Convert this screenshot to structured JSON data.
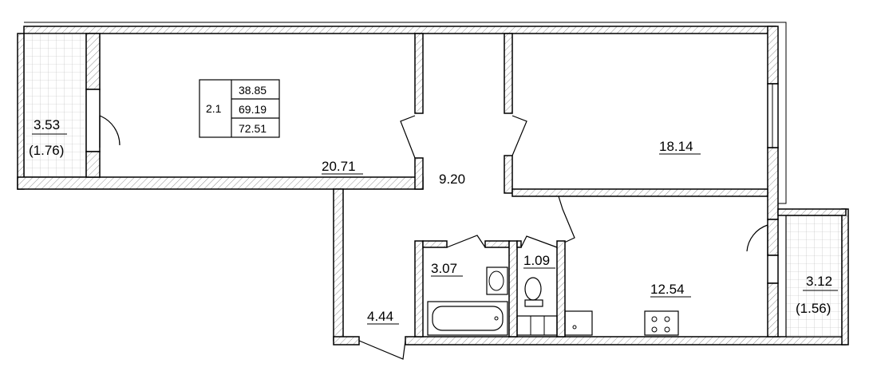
{
  "apartment": {
    "number": "2.1",
    "areas": [
      "38.85",
      "69.19",
      "72.51"
    ]
  },
  "rooms": {
    "living": "20.71",
    "corridor": "9.20",
    "bedroom": "18.14",
    "bathroom": "3.07",
    "toilet": "1.09",
    "kitchen": "12.54",
    "hall": "4.44"
  },
  "balconies": {
    "left_area": "3.53",
    "left_reduced": "(1.76)",
    "right_area": "3.12",
    "right_reduced": "(1.56)"
  }
}
